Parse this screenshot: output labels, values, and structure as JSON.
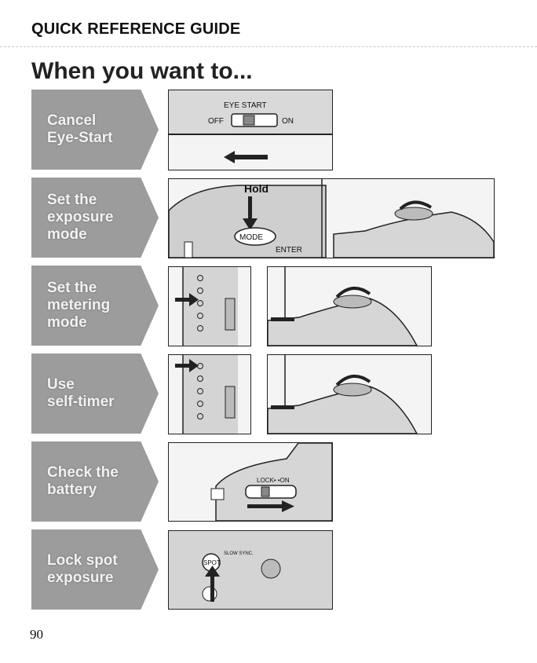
{
  "header": "QUICK REFERENCE GUIDE",
  "title": "When you want to...",
  "page_number": "90",
  "rows": [
    {
      "label": "Cancel\nEye-Start"
    },
    {
      "label": "Set the\nexposure\nmode"
    },
    {
      "label": "Set the\nmetering\nmode"
    },
    {
      "label": "Use\nself-timer"
    },
    {
      "label": "Check the\nbattery"
    },
    {
      "label": "Lock spot\nexposure"
    }
  ],
  "panel_text": {
    "eye_start": "EYE START",
    "off": "OFF",
    "on": "ON",
    "hold": "Hold",
    "mode": "MODE",
    "enter": "ENTER",
    "lock_on": "LOCK• •ON",
    "spot": "SPOT",
    "slow_sync": "SLOW SYNC."
  }
}
